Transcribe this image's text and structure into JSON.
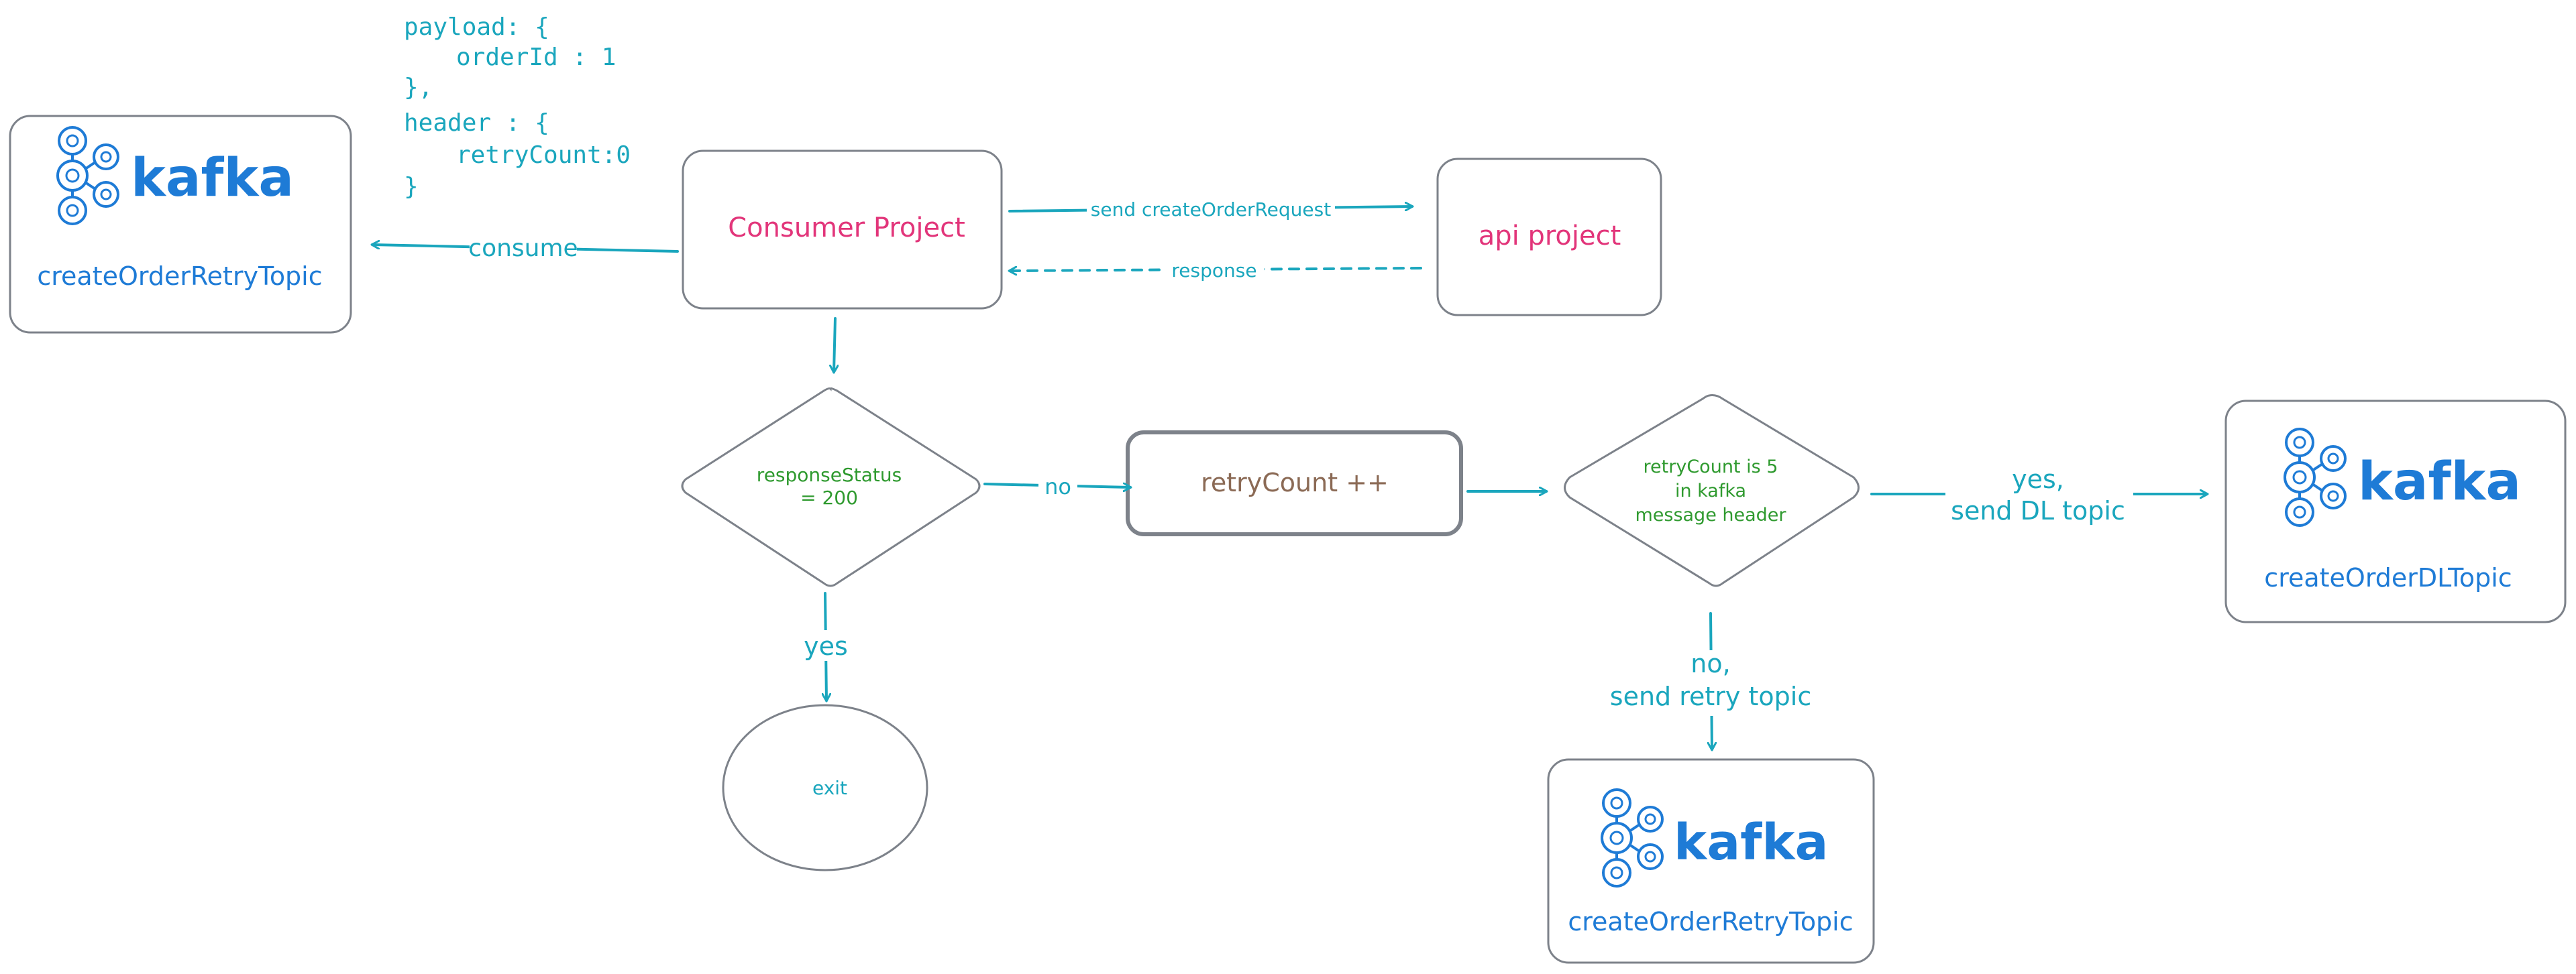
{
  "colors": {
    "background": "#ffffff",
    "outline": "#7d828a",
    "arrow": "#1aa6bd",
    "kafka_blue": "#1e7bd6",
    "pink": "#e2357a",
    "green": "#2f9a2f",
    "brown": "#8b6a55",
    "code": "#1aa6bd"
  },
  "payload_code": {
    "line1": "payload: {",
    "line2": "orderId : 1",
    "line3": "},",
    "line4": "header : {",
    "line5": "retryCount:0",
    "line6": "}"
  },
  "kafka_retry_top": {
    "logo_text": "kafka",
    "topic": "createOrderRetryTopic",
    "icon": "kafka-logo-icon"
  },
  "kafka_dl": {
    "logo_text": "kafka",
    "topic": "createOrderDLTopic",
    "icon": "kafka-logo-icon"
  },
  "kafka_retry_bottom": {
    "logo_text": "kafka",
    "topic": "createOrderRetryTopic",
    "icon": "kafka-logo-icon"
  },
  "consumer": {
    "label": "Consumer Project"
  },
  "api": {
    "label": "api project"
  },
  "decision_status": {
    "line1": "responseStatus",
    "line2": "= 200"
  },
  "retry_count_box": {
    "label": "retryCount ++"
  },
  "decision_retry": {
    "line1": "retryCount is 5",
    "line2": "in kafka",
    "line3": "message header"
  },
  "exit_node": {
    "label": "exit"
  },
  "edges": {
    "consume": "consume",
    "send_request": "send createOrderRequest",
    "response": "response",
    "no": "no",
    "yes": "yes",
    "yes_dl_line1": "yes,",
    "yes_dl_line2": "send DL topic",
    "no_retry_line1": "no,",
    "no_retry_line2": "send retry topic"
  }
}
